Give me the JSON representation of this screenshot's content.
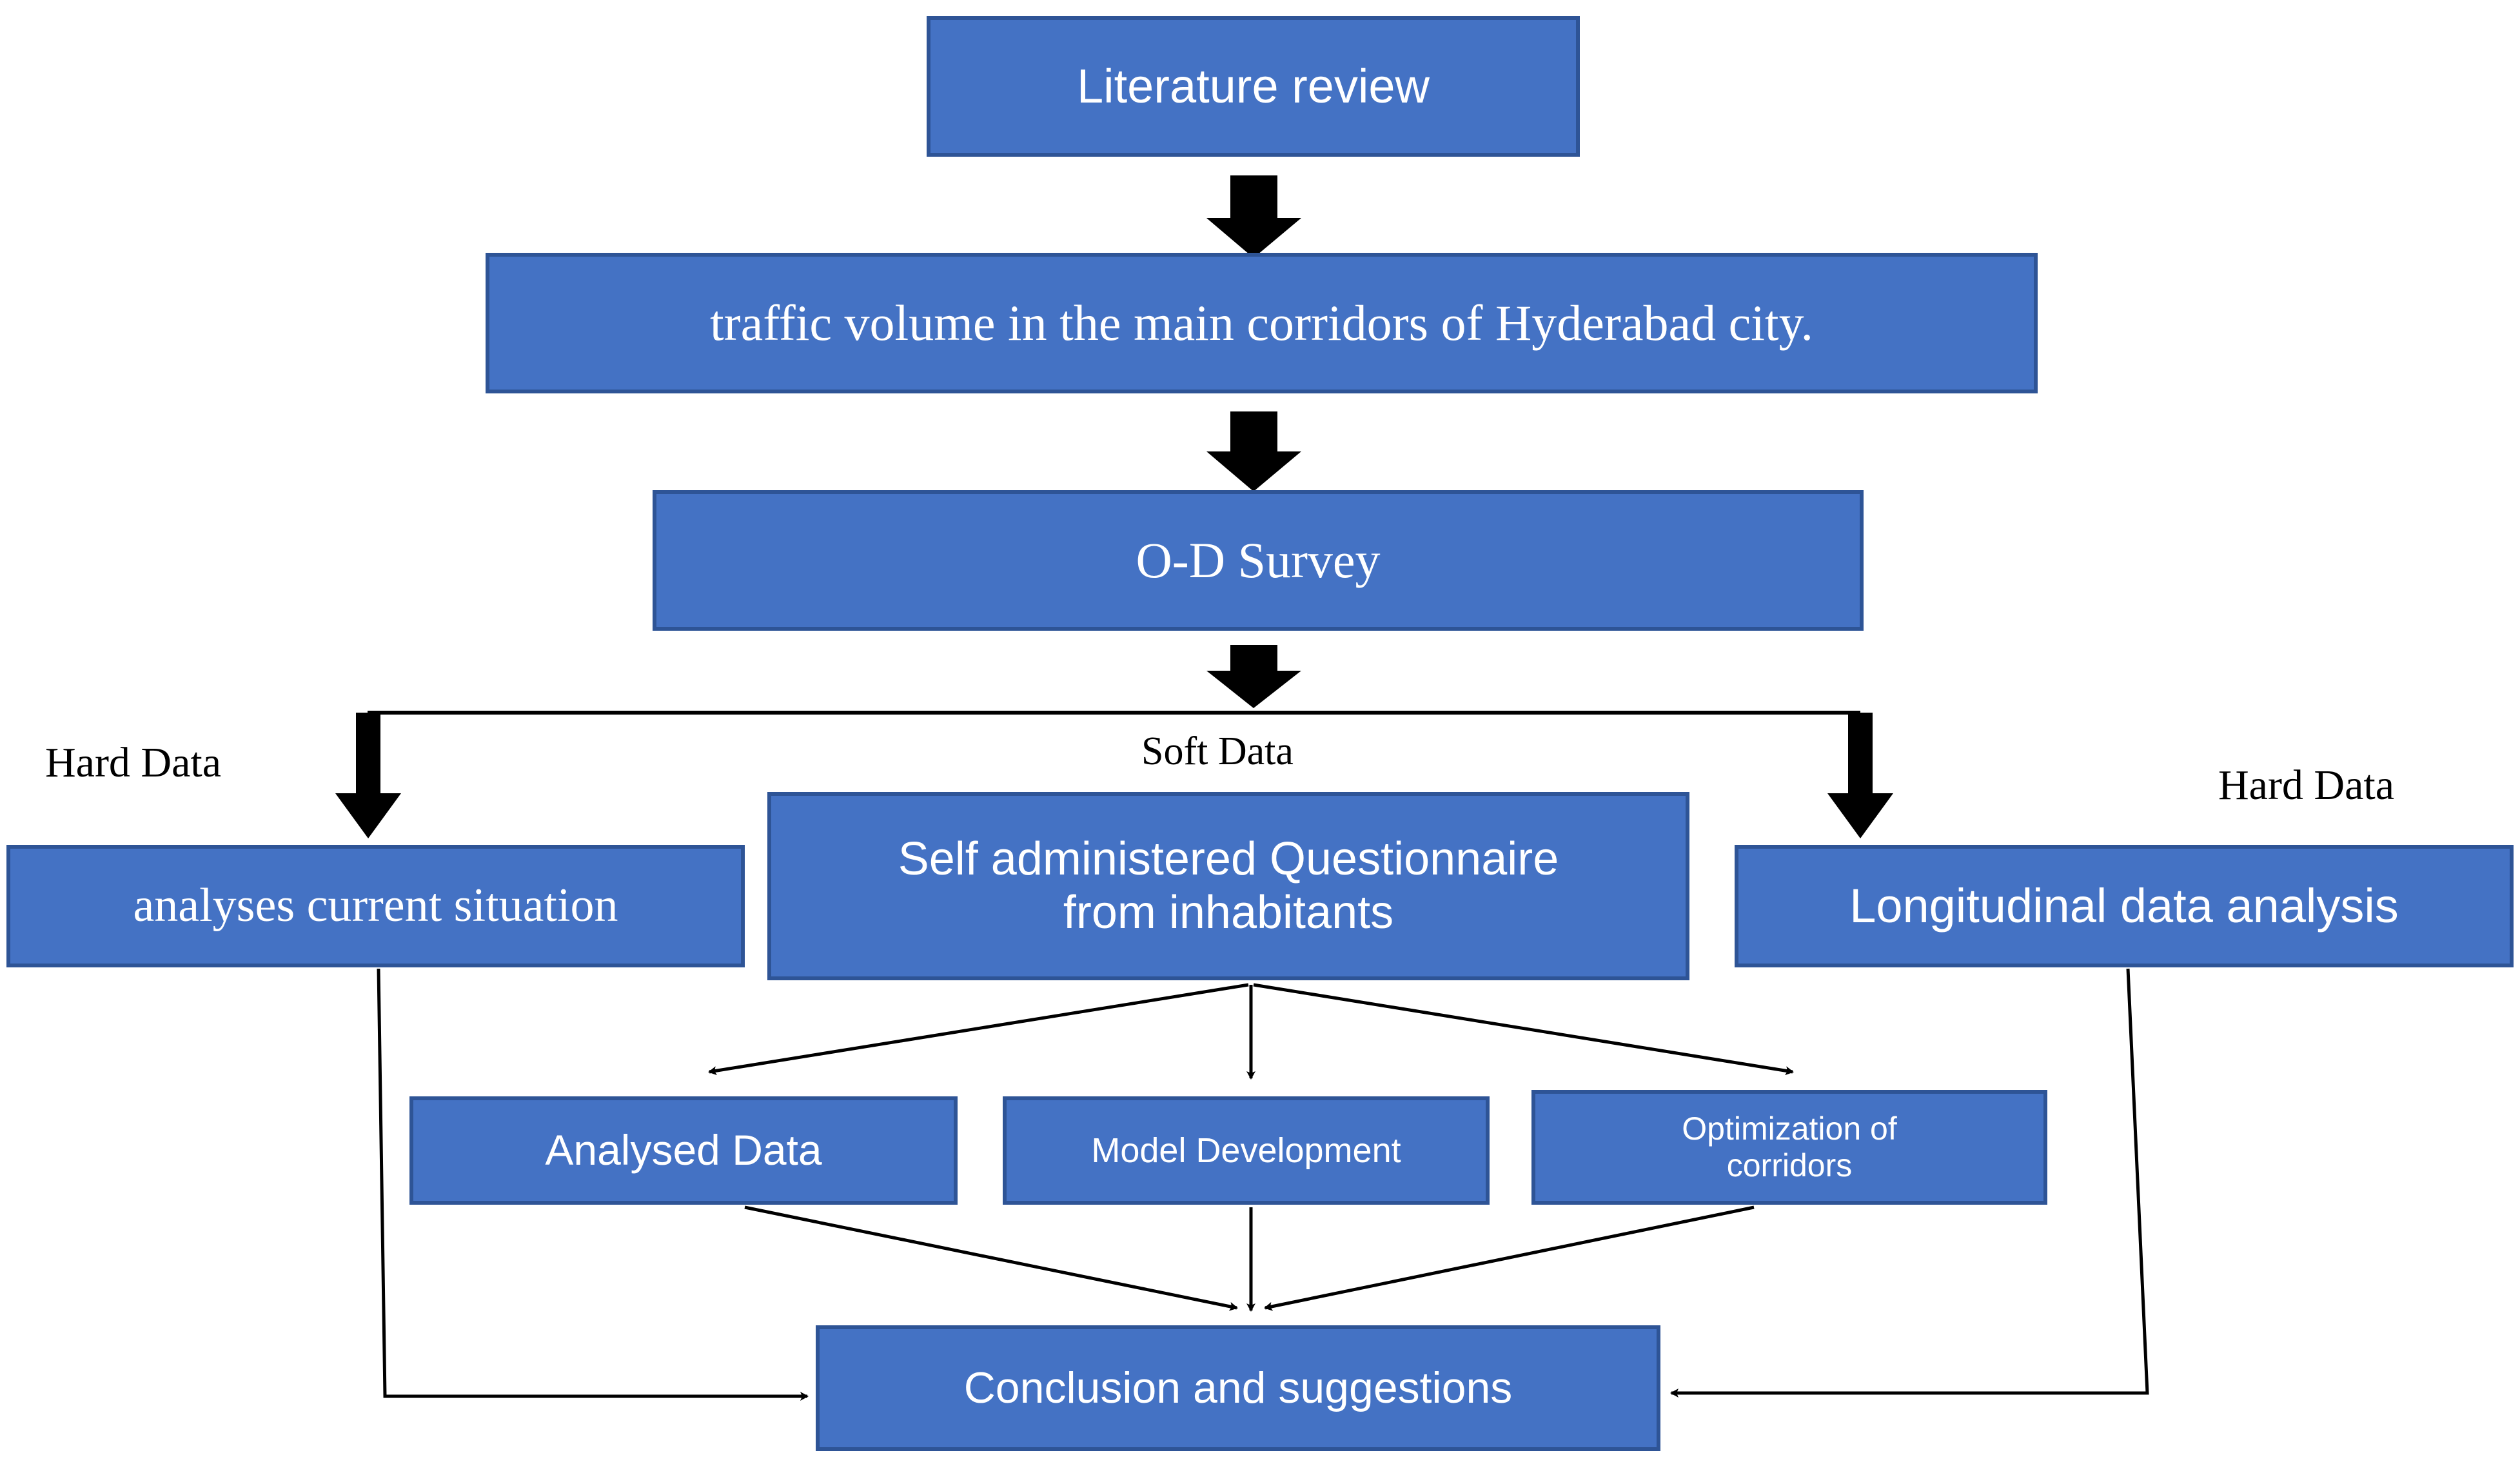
{
  "diagram": {
    "type": "flowchart",
    "orientation": "top-to-bottom",
    "colors": {
      "node_fill": "#4472C4",
      "node_border": "#2E5496",
      "node_text": "#FFFFFF",
      "connector": "#000000",
      "background": "#FFFFFF"
    },
    "nodes": [
      {
        "id": "literature",
        "label": "Literature review"
      },
      {
        "id": "traffic",
        "label": "traffic volume in the main corridors of Hyderabad city."
      },
      {
        "id": "odsurvey",
        "label": "O-D Survey"
      },
      {
        "id": "analyses",
        "label": "analyses current situation"
      },
      {
        "id": "question_l1",
        "label": "Self administered Questionnaire"
      },
      {
        "id": "question_l2",
        "label": "from inhabitants"
      },
      {
        "id": "longitudinal",
        "label": "Longitudinal data analysis"
      },
      {
        "id": "analysed",
        "label": "Analysed Data"
      },
      {
        "id": "model",
        "label": "Model Development"
      },
      {
        "id": "optimize_l1",
        "label": "Optimization of"
      },
      {
        "id": "optimize_l2",
        "label": "corridors"
      },
      {
        "id": "conclusion",
        "label": "Conclusion and suggestions"
      }
    ],
    "edge_labels": {
      "hard_data_left": "Hard Data",
      "soft_data": "Soft  Data",
      "hard_data_right": "Hard Data"
    },
    "edges": [
      {
        "from": "literature",
        "to": "traffic",
        "style": "block-arrow"
      },
      {
        "from": "traffic",
        "to": "odsurvey",
        "style": "block-arrow"
      },
      {
        "from": "odsurvey",
        "to": "branch",
        "style": "block-arrow"
      },
      {
        "from": "branch",
        "to": "analyses",
        "style": "thick-arrow",
        "label": "Hard Data"
      },
      {
        "from": "branch",
        "to": "longitudinal",
        "style": "thick-arrow",
        "label": "Hard Data"
      },
      {
        "from": "odsurvey",
        "to": "question",
        "style": "implicit",
        "label": "Soft  Data"
      },
      {
        "from": "question",
        "to": "analysed",
        "style": "thin-arrow"
      },
      {
        "from": "question",
        "to": "model",
        "style": "thin-arrow"
      },
      {
        "from": "question",
        "to": "optimize",
        "style": "thin-arrow"
      },
      {
        "from": "analysed",
        "to": "conclusion",
        "style": "thin-arrow"
      },
      {
        "from": "model",
        "to": "conclusion",
        "style": "thin-arrow"
      },
      {
        "from": "optimize",
        "to": "conclusion",
        "style": "thin-arrow"
      },
      {
        "from": "analyses",
        "to": "conclusion",
        "style": "thin-arrow-elbow-left"
      },
      {
        "from": "longitudinal",
        "to": "conclusion",
        "style": "thin-arrow-elbow-right"
      }
    ]
  }
}
